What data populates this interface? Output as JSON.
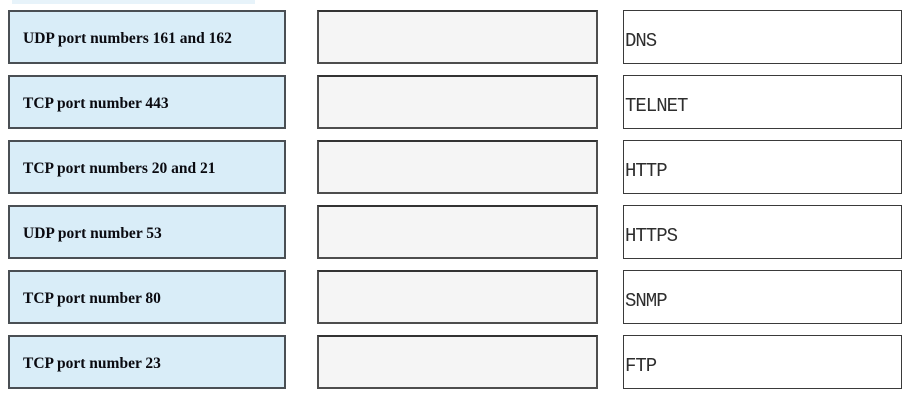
{
  "exercise": {
    "kind": "drag-and-drop-matching",
    "drag_items": [
      "UDP port numbers 161 and 162",
      "TCP port number 443",
      "TCP port numbers 20 and 21",
      "UDP port number 53",
      "TCP port number 80",
      "TCP port number 23"
    ],
    "drop_slots": [
      "",
      "",
      "",
      "",
      "",
      ""
    ],
    "protocol_labels": [
      "DNS",
      "TELNET",
      "HTTP",
      "HTTPS",
      "SNMP",
      "FTP"
    ]
  },
  "colors": {
    "drag_item_fill": "#d9edf8",
    "drag_item_border": "#4a4f54",
    "drop_slot_fill": "#f5f5f5",
    "drop_slot_border": "#4e4e4e",
    "label_fill": "#ffffff",
    "label_border": "#3a3a3a",
    "drag_item_text": "#0a0a10",
    "label_text": "#2e2e2e"
  }
}
